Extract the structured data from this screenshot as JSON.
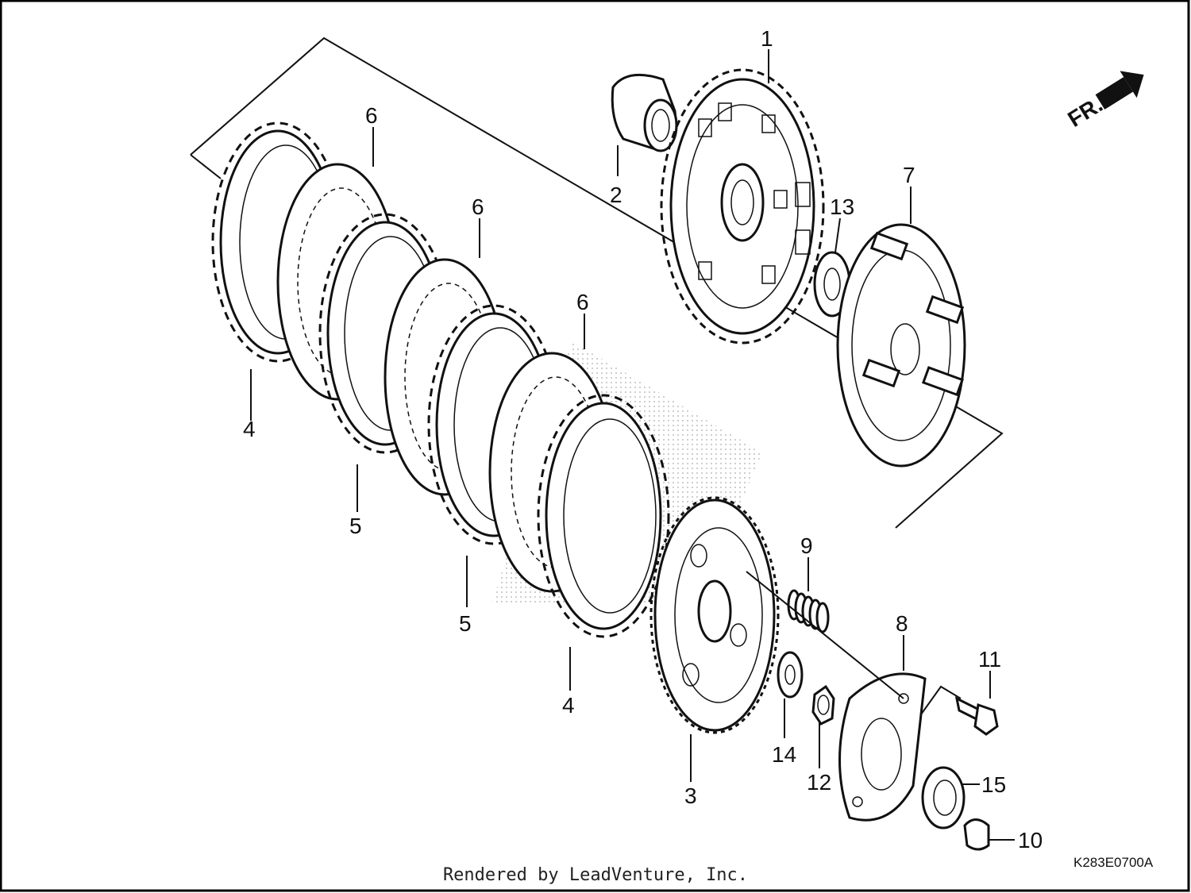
{
  "diagram": {
    "direction_label": "FR.",
    "drawing_code": "K283E0700A",
    "footer": "Rendered by LeadVenture, Inc.",
    "callouts": [
      "1",
      "2",
      "3",
      "4",
      "4",
      "5",
      "5",
      "6",
      "6",
      "6",
      "7",
      "8",
      "9",
      "10",
      "11",
      "12",
      "13",
      "14",
      "15"
    ]
  }
}
